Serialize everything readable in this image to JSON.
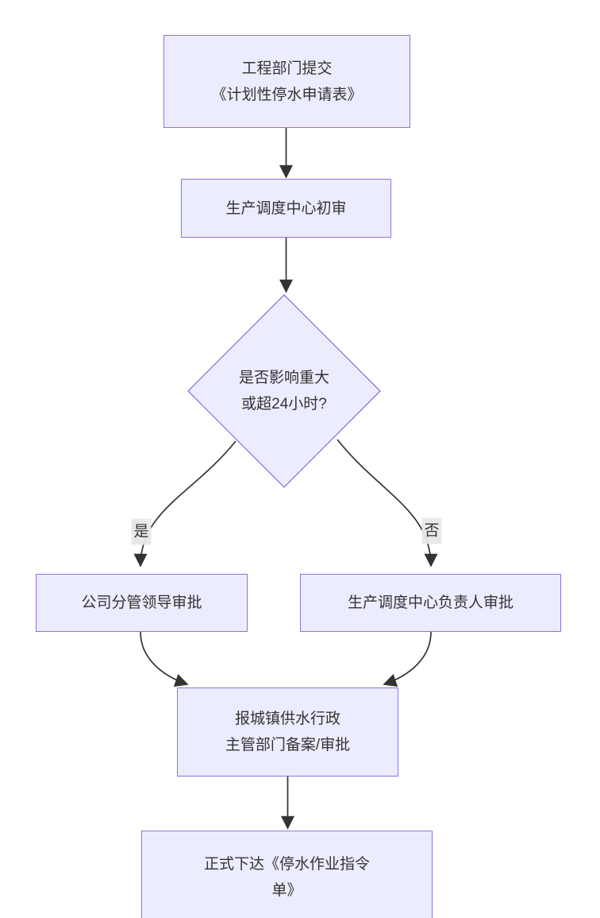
{
  "diagram": {
    "type": "flowchart",
    "orientation": "top-down",
    "nodes": [
      {
        "id": "submit-application",
        "shape": "rect",
        "label": "工程部门提交\n《计划性停水申请表》"
      },
      {
        "id": "initial-review",
        "shape": "rect",
        "label": "生产调度中心初审"
      },
      {
        "id": "decision-major-impact",
        "shape": "diamond",
        "label": "是否影响重大\n或超24小时?"
      },
      {
        "id": "leader-approval",
        "shape": "rect",
        "label": "公司分管领导审批"
      },
      {
        "id": "dispatch-head-approval",
        "shape": "rect",
        "label": "生产调度中心负责人审批"
      },
      {
        "id": "report-authority",
        "shape": "rect",
        "label": "报城镇供水行政\n主管部门备案/审批"
      },
      {
        "id": "issue-order",
        "shape": "rect",
        "label": "正式下达《停水作业指令\n单》"
      }
    ],
    "edges": [
      {
        "from": "submit-application",
        "to": "initial-review",
        "label": ""
      },
      {
        "from": "initial-review",
        "to": "decision-major-impact",
        "label": ""
      },
      {
        "from": "decision-major-impact",
        "to": "leader-approval",
        "label": "是"
      },
      {
        "from": "decision-major-impact",
        "to": "dispatch-head-approval",
        "label": "否"
      },
      {
        "from": "leader-approval",
        "to": "report-authority",
        "label": ""
      },
      {
        "from": "dispatch-head-approval",
        "to": "report-authority",
        "label": ""
      },
      {
        "from": "report-authority",
        "to": "issue-order",
        "label": ""
      }
    ],
    "colors": {
      "node_fill": "#ECECFF",
      "node_border": "#9370DB",
      "text": "#333333",
      "edge": "#333333",
      "edge_label_bg": "#e8e8e8",
      "background": "#ffffff"
    }
  }
}
